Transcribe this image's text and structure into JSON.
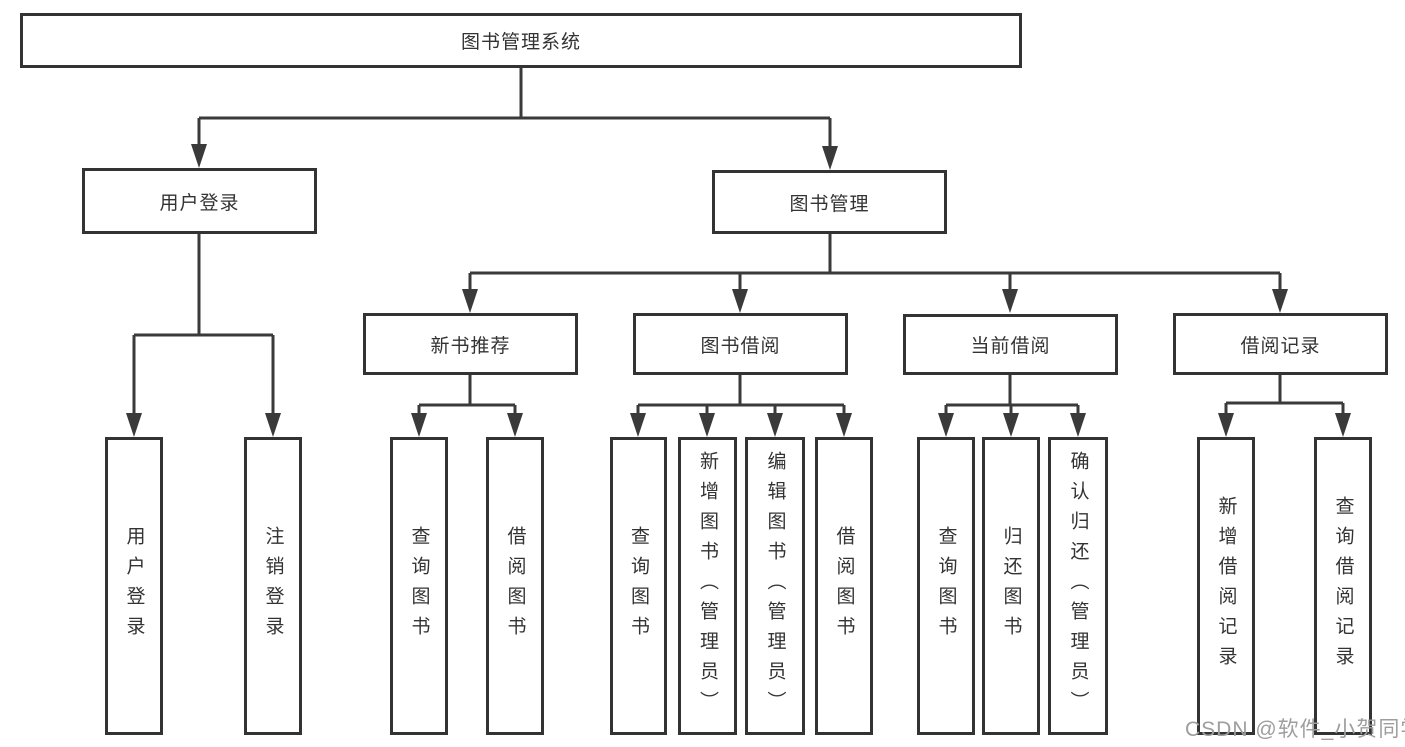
{
  "page": {
    "background": "#ffffff",
    "watermark": "CSDN @软件_小贺同学"
  },
  "colors": {
    "line": "#3a3a3a",
    "box_border": "#333333",
    "box_fill": "#ffffff",
    "text": "#333333",
    "watermark": "#9e9e9e"
  },
  "tree": {
    "root": {
      "label": "图书管理系统"
    },
    "level2": [
      {
        "label": "用户登录",
        "children": [
          "用户登录",
          "注销登录"
        ]
      },
      {
        "label": "图书管理",
        "groups": [
          {
            "label": "新书推荐",
            "children": [
              "查询图书",
              "借阅图书"
            ]
          },
          {
            "label": "图书借阅",
            "children": [
              "查询图书",
              "新增图书（管理员）",
              "编辑图书（管理员）",
              "借阅图书"
            ]
          },
          {
            "label": "当前借阅",
            "children": [
              "查询图书",
              "归还图书",
              "确认归还（管理员）"
            ]
          },
          {
            "label": "借阅记录",
            "children": [
              "新增借阅记录",
              "查询借阅记录"
            ]
          }
        ]
      }
    ]
  }
}
